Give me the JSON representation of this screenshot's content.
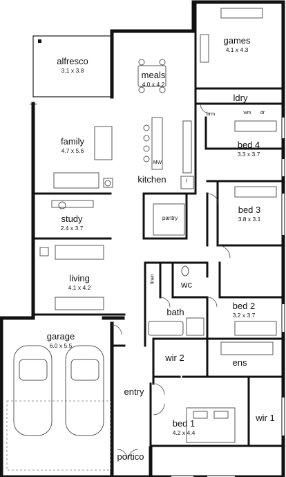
{
  "rooms": {
    "games": {
      "name": "games",
      "dim": "4.1 x 4.3"
    },
    "alfresco": {
      "name": "alfresco",
      "dim": "3.1 x 3.8"
    },
    "meals": {
      "name": "meals",
      "dim": "4.0 x 4.2"
    },
    "ldry": {
      "name": "ldry"
    },
    "family": {
      "name": "family",
      "dim": "4.7 x 5.6"
    },
    "bed4": {
      "name": "bed 4",
      "dim": "3.3 x 3.7"
    },
    "kitchen": {
      "name": "kitchen"
    },
    "pantry": {
      "name": "pantry"
    },
    "bed3": {
      "name": "bed 3",
      "dim": "3.8 x 3.1"
    },
    "study": {
      "name": "study",
      "dim": "2.4 x 3.7"
    },
    "living": {
      "name": "living",
      "dim": "4.1 x 4.2"
    },
    "wc": {
      "name": "wc"
    },
    "bath": {
      "name": "bath"
    },
    "bed2": {
      "name": "bed 2",
      "dim": "3.2 x 3.7"
    },
    "garage": {
      "name": "garage",
      "dim": "6.0 x 5.5"
    },
    "wir2": {
      "name": "wir 2"
    },
    "ens": {
      "name": "ens"
    },
    "entry": {
      "name": "entry"
    },
    "bed1": {
      "name": "bed 1",
      "dim": "4.2 x 4.4"
    },
    "wir1": {
      "name": "wir 1"
    },
    "portico": {
      "name": "portico"
    }
  },
  "fixtures": {
    "brm": "brm",
    "wm": "wm",
    "dr": "dr",
    "f": "f",
    "linen": "linen",
    "mw": "MW"
  },
  "colors": {
    "wall": "#111111",
    "background": "#ffffff"
  }
}
